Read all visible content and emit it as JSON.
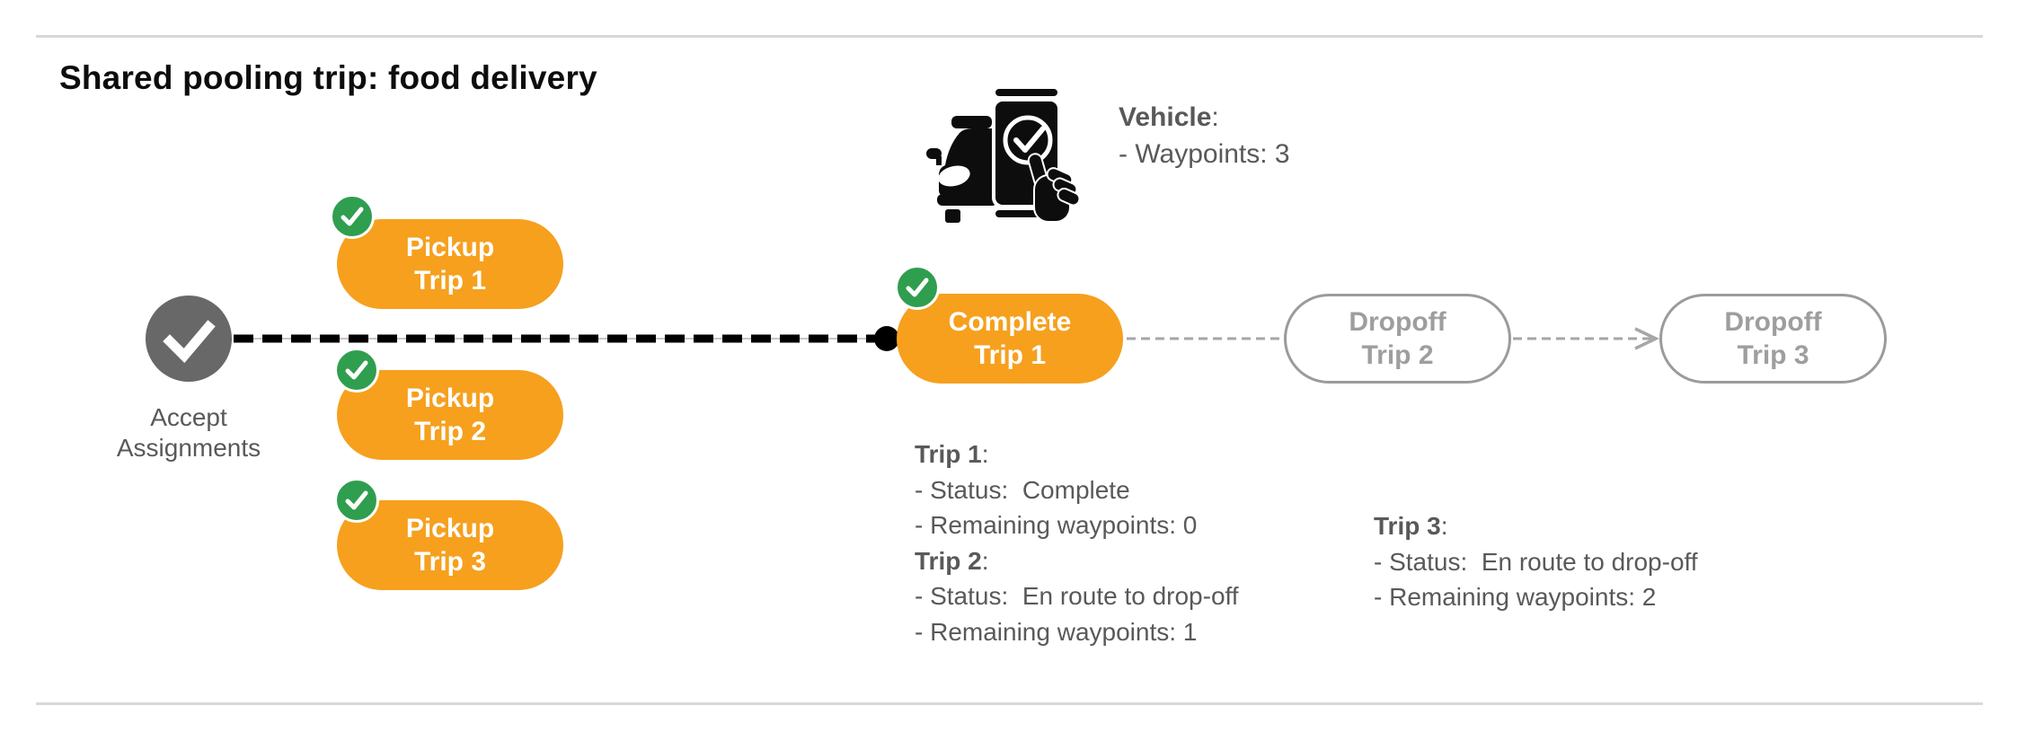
{
  "title": "Shared pooling trip: food delivery",
  "vehicle": {
    "label": "Vehicle",
    "label_suffix": ":",
    "waypoints_line": "- Waypoints: 3"
  },
  "start_node": {
    "line1": "Accept",
    "line2": "Assignments"
  },
  "nodes": {
    "pickup1": {
      "line1": "Pickup",
      "line2": "Trip 1"
    },
    "pickup2": {
      "line1": "Pickup",
      "line2": "Trip 2"
    },
    "pickup3": {
      "line1": "Pickup",
      "line2": "Trip 3"
    },
    "complete1": {
      "line1": "Complete",
      "line2": "Trip 1"
    },
    "dropoff2": {
      "line1": "Dropoff",
      "line2": "Trip 2"
    },
    "dropoff3": {
      "line1": "Dropoff",
      "line2": "Trip 3"
    }
  },
  "status": {
    "trip1": {
      "title": "Trip 1",
      "suffix": ":",
      "status_line": "- Status:  Complete",
      "waypoints_line": "- Remaining waypoints: 0"
    },
    "trip2": {
      "title": "Trip 2",
      "suffix": ":",
      "status_line": "- Status:  En route to drop-off",
      "waypoints_line": "- Remaining waypoints: 1"
    },
    "trip3": {
      "title": "Trip 3",
      "suffix": ":",
      "status_line": "- Status:  En route to drop-off",
      "waypoints_line": "- Remaining waypoints: 2"
    }
  },
  "colors": {
    "orange": "#F6A01E",
    "green": "#2F9E4F",
    "node_gray": "#686868",
    "text_gray": "#595959",
    "inactive_gray": "#9B9B9B",
    "rule_gray": "#D8D8D8",
    "line_black": "#000000"
  }
}
